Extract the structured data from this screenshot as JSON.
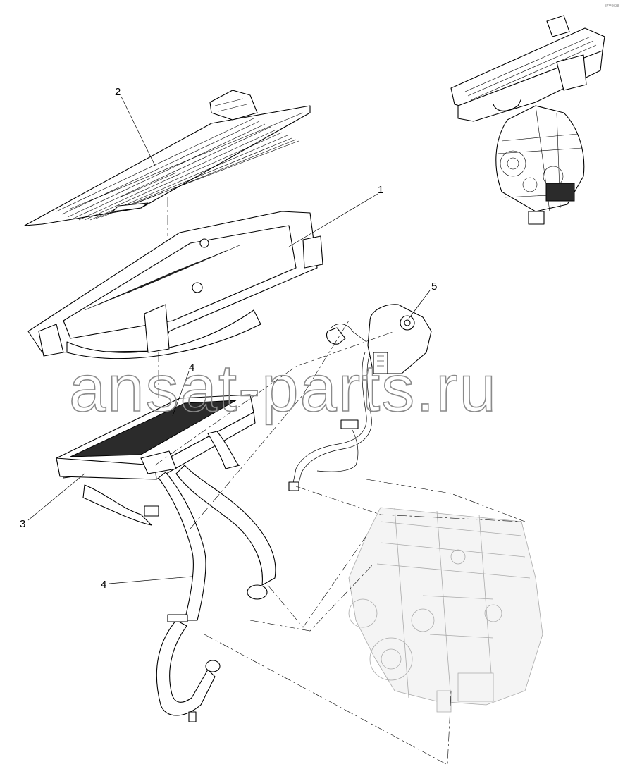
{
  "diagram": {
    "callouts": [
      {
        "id": "callout-1",
        "label": "1"
      },
      {
        "id": "callout-2",
        "label": "2"
      },
      {
        "id": "callout-3",
        "label": "3"
      },
      {
        "id": "callout-4-upper",
        "label": "4"
      },
      {
        "id": "callout-4-lower",
        "label": "4"
      },
      {
        "id": "callout-5",
        "label": "5"
      }
    ],
    "watermark": "ansat-parts.ru",
    "corner_code": "87**0038"
  }
}
